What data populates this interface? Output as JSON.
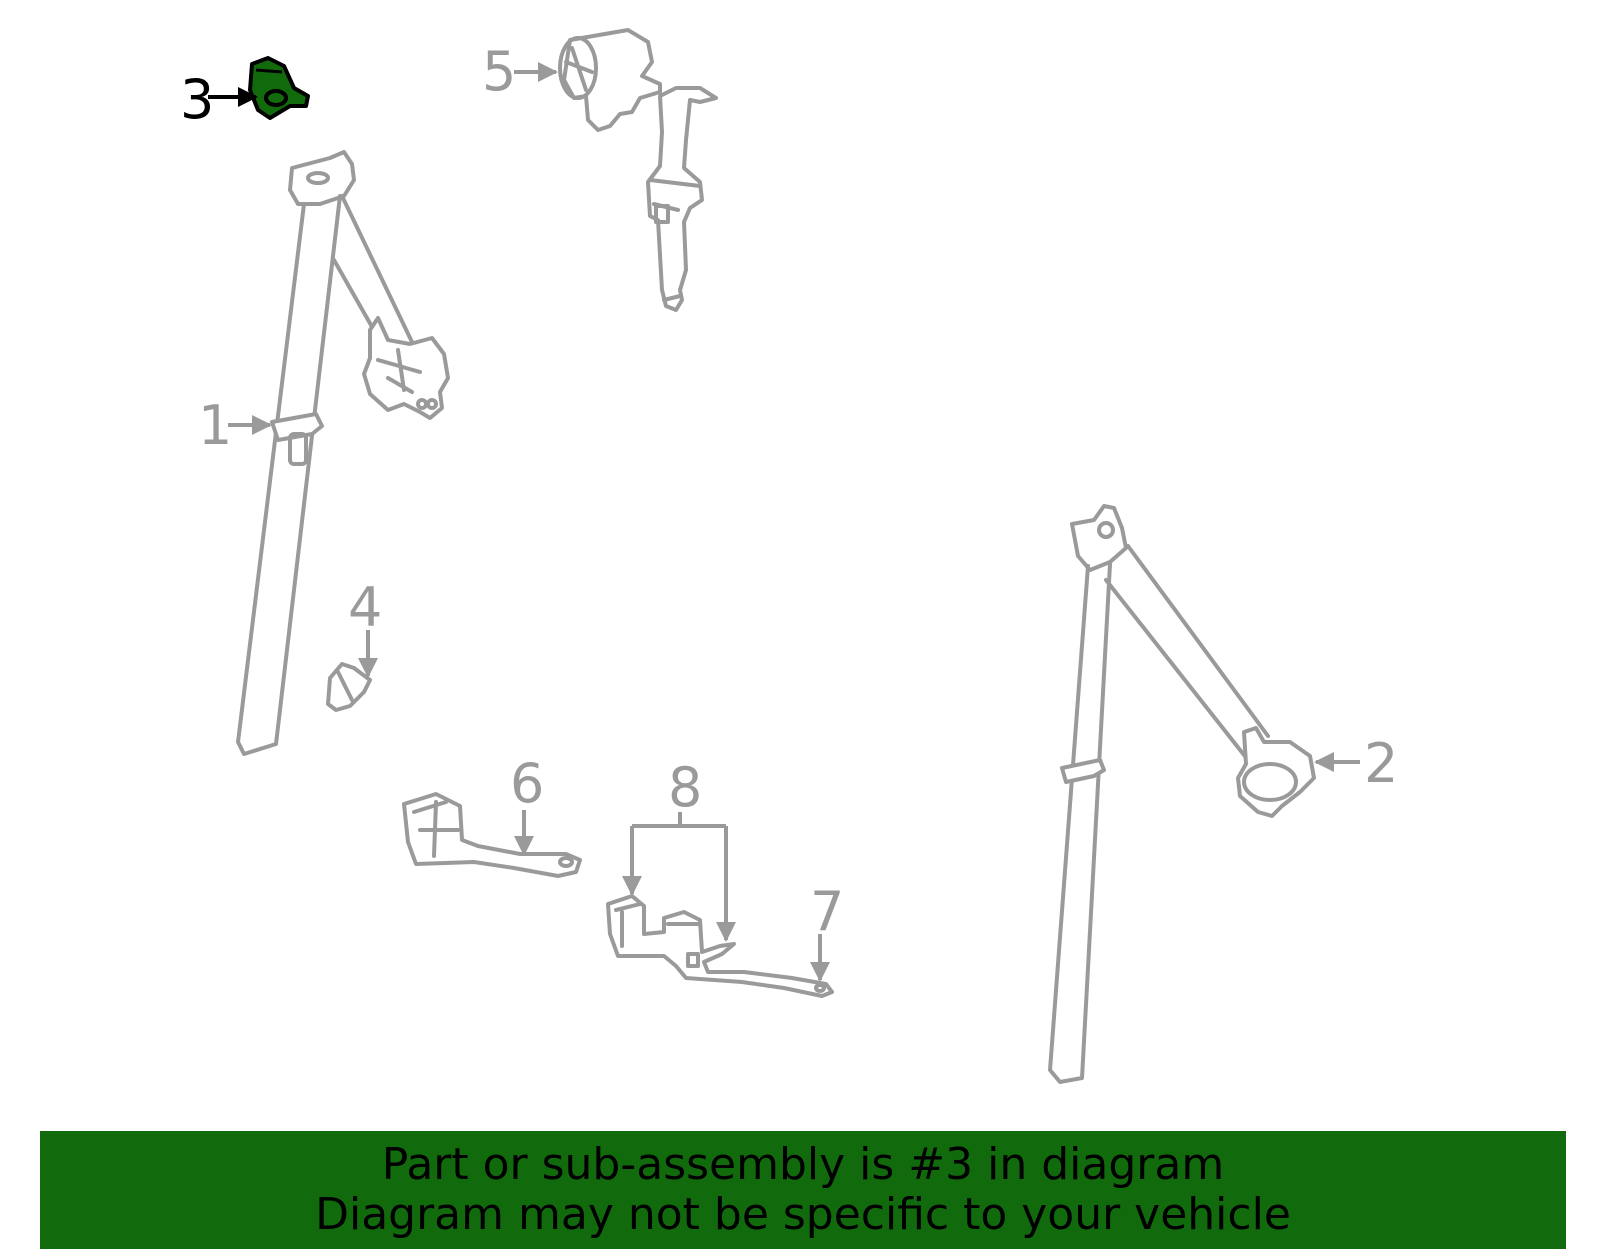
{
  "highlight_color": "#116b0c",
  "line_color": "#9a9a9a",
  "callouts": {
    "c1": "1",
    "c2": "2",
    "c3": "3",
    "c4": "4",
    "c5": "5",
    "c6": "6",
    "c7": "7",
    "c8": "8"
  },
  "highlighted_part": "3",
  "banner": {
    "line1": "Part or sub-assembly is #3 in diagram",
    "line2": "Diagram may not be specific to your vehicle"
  }
}
